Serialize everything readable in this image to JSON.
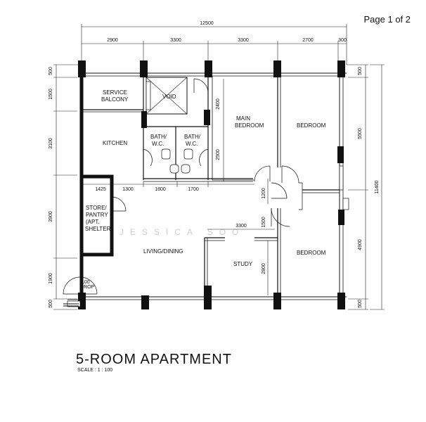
{
  "page_indicator": "Page 1 of 2",
  "title": "5-ROOM APARTMENT",
  "scale": "SCALE : 1 : 100",
  "watermark": "JESSICA SOO",
  "dimensions": {
    "overall_width": "12500",
    "top_segments": [
      "2900",
      "3300",
      "3300",
      "2700",
      "300"
    ],
    "left_segments": [
      "500",
      "1500",
      "3100",
      "3900",
      "1900",
      "500"
    ],
    "right_segments": [
      "500",
      "5500",
      "4900",
      "500"
    ],
    "overall_height": "11400",
    "interior": {
      "d_1425": "1425",
      "d_1300": "1300",
      "d_1600": "1600",
      "d_1700": "1700",
      "d_2400": "2400",
      "d_2500": "2500",
      "d_1200": "1200",
      "d_1500": "1500",
      "d_2800": "2800",
      "d_3300": "3300"
    }
  },
  "rooms": {
    "service_balcony": [
      "SERVICE",
      "BALCONY"
    ],
    "void": "VOID",
    "kitchen": "KITCHEN",
    "bath1": [
      "BATH/",
      "W.C."
    ],
    "bath2": [
      "BATH/",
      "W.C."
    ],
    "main_bedroom": [
      "MAIN",
      "BEDROOM"
    ],
    "bedroom1": "BEDROOM",
    "store": [
      "STORE/",
      "PANTRY",
      "(APT.",
      "SHELTER)"
    ],
    "living": "LIVING/DINING",
    "study": "STUDY",
    "bedroom2": "BEDROOM",
    "drop": [
      "100",
      "DROP"
    ]
  }
}
